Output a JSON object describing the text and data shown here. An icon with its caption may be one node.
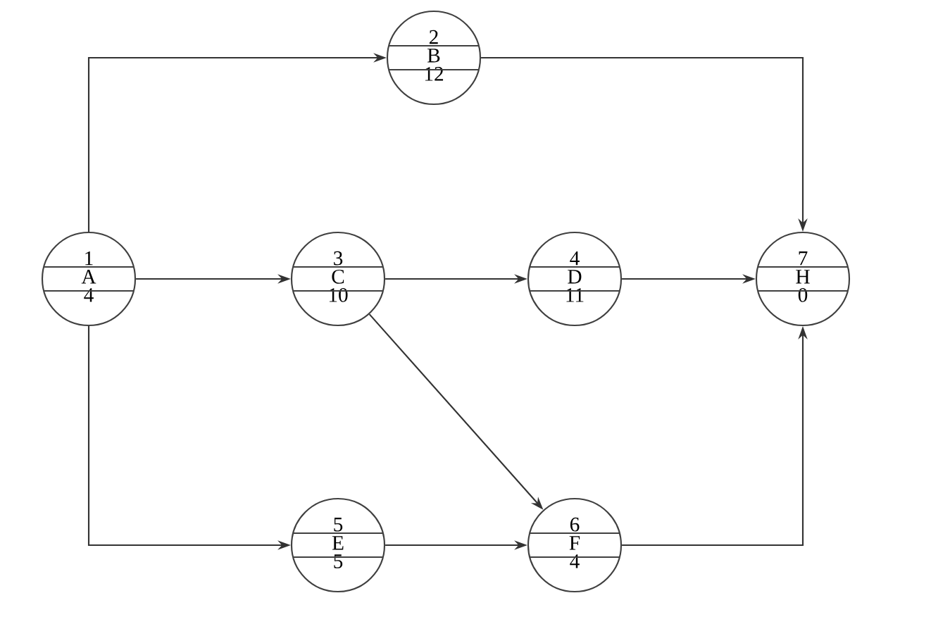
{
  "diagram": {
    "nodes": [
      {
        "text": [
          "2",
          "B",
          "12"
        ]
      },
      {
        "text": [
          "1",
          "A",
          "4"
        ]
      },
      {
        "text": [
          "3",
          "C",
          "10"
        ]
      },
      {
        "text": [
          "4",
          "D",
          "11"
        ]
      },
      {
        "text": [
          "7",
          "H",
          "0"
        ]
      },
      {
        "text": [
          "5",
          "E",
          "5"
        ]
      },
      {
        "text": [
          "6",
          "F",
          "4"
        ]
      }
    ],
    "edges": [
      {
        "from": 1,
        "to": 0,
        "arrow": "to"
      },
      {
        "from": 0,
        "to": 4,
        "arrow": "to"
      },
      {
        "from": 1,
        "to": 2,
        "arrow": "to"
      },
      {
        "from": 2,
        "to": 3,
        "arrow": "to"
      },
      {
        "from": 3,
        "to": 4,
        "arrow": "to"
      },
      {
        "from": 2,
        "to": 6,
        "arrow": "to"
      },
      {
        "from": 1,
        "to": 5,
        "arrow": "to"
      },
      {
        "from": 5,
        "to": 6,
        "arrow": "to"
      },
      {
        "from": 6,
        "to": 4,
        "arrow": "to"
      }
    ]
  }
}
